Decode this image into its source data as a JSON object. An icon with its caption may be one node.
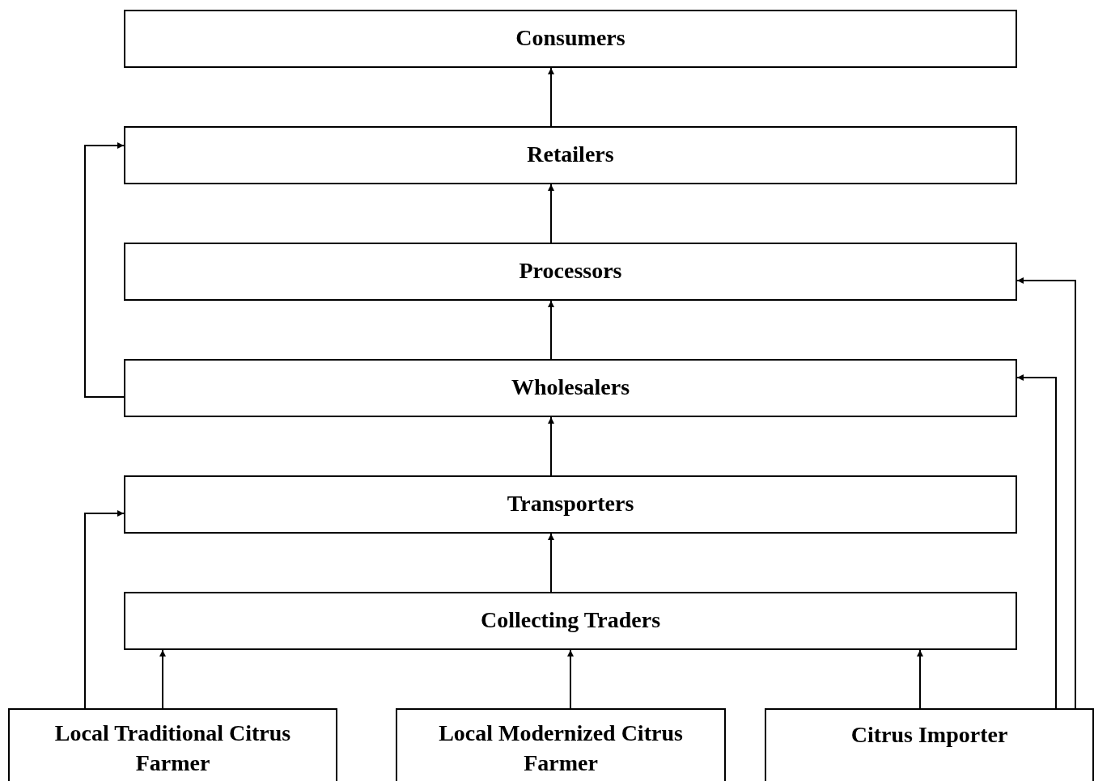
{
  "diagram": {
    "nodes": [
      {
        "text": [
          "Consumers"
        ]
      },
      {
        "text": [
          "Retailers"
        ]
      },
      {
        "text": [
          "Processors"
        ]
      },
      {
        "text": [
          "Wholesalers"
        ]
      },
      {
        "text": [
          "Transporters"
        ]
      },
      {
        "text": [
          "Collecting Traders"
        ]
      },
      {
        "text": [
          "Local Traditional Citrus Farmer"
        ]
      },
      {
        "text": [
          "Local Modernized Citrus Farmer"
        ]
      },
      {
        "text": [
          "Citrus Importer"
        ]
      }
    ],
    "edges": [
      {
        "from": 1,
        "to": 0,
        "arrow": "to"
      },
      {
        "from": 2,
        "to": 1,
        "arrow": "to"
      },
      {
        "from": 3,
        "to": 2,
        "arrow": "to"
      },
      {
        "from": 4,
        "to": 3,
        "arrow": "to"
      },
      {
        "from": 5,
        "to": 4,
        "arrow": "to"
      },
      {
        "from": 3,
        "to": 1,
        "arrow": "to"
      },
      {
        "from": 6,
        "to": 4,
        "arrow": "to"
      },
      {
        "from": 6,
        "to": 5,
        "arrow": "to"
      },
      {
        "from": 7,
        "to": 5,
        "arrow": "to"
      },
      {
        "from": 8,
        "to": 5,
        "arrow": "to"
      },
      {
        "from": 8,
        "to": 3,
        "arrow": "to"
      },
      {
        "from": 8,
        "to": 2,
        "arrow": "to"
      }
    ]
  }
}
